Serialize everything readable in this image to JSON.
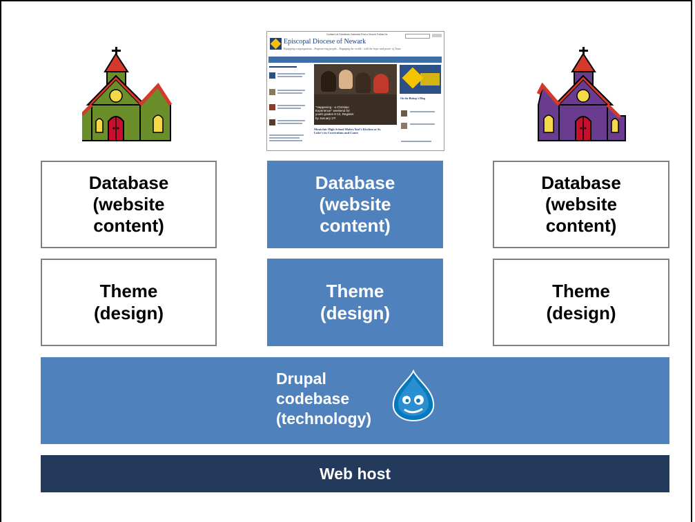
{
  "layers": {
    "database_label": "Database\n(website\ncontent)",
    "theme_label": "Theme\n(design)",
    "drupal_label": "Drupal\ncodebase\n(technology)",
    "web_host_label": "Web host"
  },
  "colors": {
    "layer_blue": "#4f81bd",
    "web_host_navy": "#243a5c",
    "church_left_body": "#6a8f2a",
    "church_right_body": "#6a3c8f",
    "church_roof": "#d33a2c",
    "church_door": "#c8102e",
    "church_window": "#f5d84a"
  },
  "screenshot": {
    "site_title": "Episcopal Diocese of Newark",
    "site_subtitle": "Equipping congregations... Empowering people... Engaging the world... with the hope and power of Jesus",
    "top_links": "Contact Us   Directions   Calendar   Find a Church     Follow Us",
    "photo_caption": "\"Happening - a Christian\nExperience\" weekend for\nyouth grades 8-12, Register\nby January 27!",
    "headline": "Montclair High School Makes Yosl's Kitchen at St.\nLuke's its Curriculum and Cause",
    "sidebar_heading": "On the Bishop's Blog"
  },
  "icons": {
    "left_church": "church-icon",
    "right_church": "church-icon",
    "drupal": "drupal-drop-icon"
  }
}
